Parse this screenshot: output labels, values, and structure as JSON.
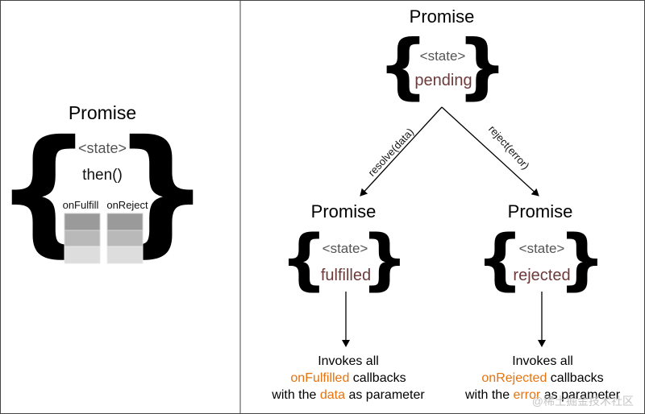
{
  "colors": {
    "text": "#000000",
    "muted_text": "#545454",
    "state_value": "#6b3a3a",
    "highlight": "#e6730f",
    "border": "#444444",
    "stack_dark": "#9a9a9a",
    "stack_mid": "#b9b9b9",
    "stack_light": "#dddddd",
    "watermark": "#bfbfbf"
  },
  "left": {
    "title": "Promise",
    "state_tag": "<state>",
    "then": "then()",
    "on_fulfill": "onFulfill",
    "on_reject": "onReject"
  },
  "right": {
    "top": {
      "title": "Promise",
      "state_tag": "<state>",
      "state_value": "pending"
    },
    "resolve_label": "resolve(data)",
    "reject_label": "reject(error)",
    "fulfilled_node": {
      "title": "Promise",
      "state_tag": "<state>",
      "state_value": "fulfilled"
    },
    "rejected_node": {
      "title": "Promise",
      "state_tag": "<state>",
      "state_value": "rejected"
    },
    "fulfilled_desc": {
      "line1": "Invokes all",
      "line2_highlight": "onFulfilled",
      "line2_rest": " callbacks",
      "line3_pre": "with the ",
      "line3_highlight": "data",
      "line3_post": " as parameter"
    },
    "rejected_desc": {
      "line1": "Invokes all",
      "line2_highlight": "onRejected",
      "line2_rest": " callbacks",
      "line3_pre": "with the ",
      "line3_highlight": "error",
      "line3_post": " as parameter"
    }
  },
  "watermark": "@稀土掘金技术社区"
}
